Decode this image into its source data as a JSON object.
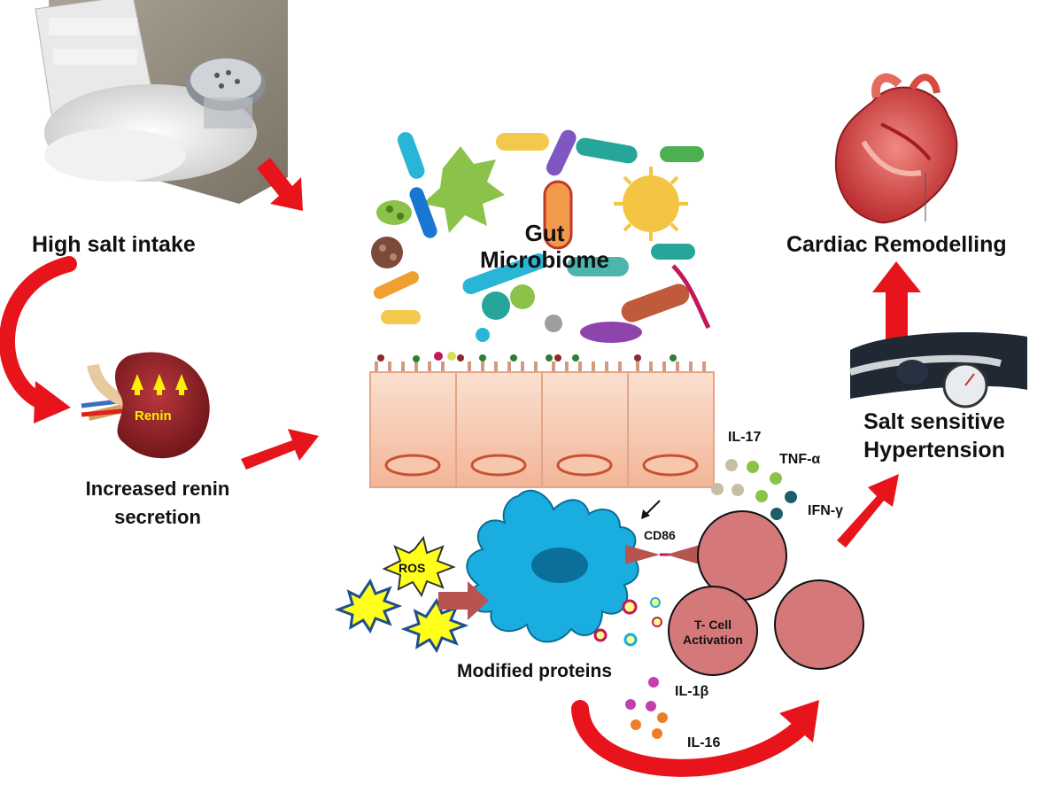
{
  "labels": {
    "high_salt_intake": "High salt intake",
    "increased_renin_line1": "Increased renin",
    "increased_renin_line2": "secretion",
    "renin": "Renin",
    "gut_line1": "Gut",
    "gut_line2": "Microbiome",
    "cardiac_remodelling": "Cardiac Remodelling",
    "salt_sensitive_line1": "Salt sensitive",
    "salt_sensitive_line2": "Hypertension",
    "modified_proteins": "Modified proteins",
    "ros": "ROS",
    "cd86": "CD86",
    "t_cell_line1": "T- Cell",
    "t_cell_line2": "Activation"
  },
  "cytokines": {
    "il17": "IL-17",
    "tnf": "TNF-α",
    "ifn": "IFN-γ",
    "il1b": "IL-1β",
    "il16": "IL-16"
  },
  "colors": {
    "arrow_red": "#e8141b",
    "arrow_brown": "#b85450",
    "kidney": "#8e2227",
    "dendritic_cell": "#1aaee0",
    "t_cell": "#d4787a",
    "epithelium": "#f6c7ad",
    "star_yellow": "#ffff1a"
  }
}
